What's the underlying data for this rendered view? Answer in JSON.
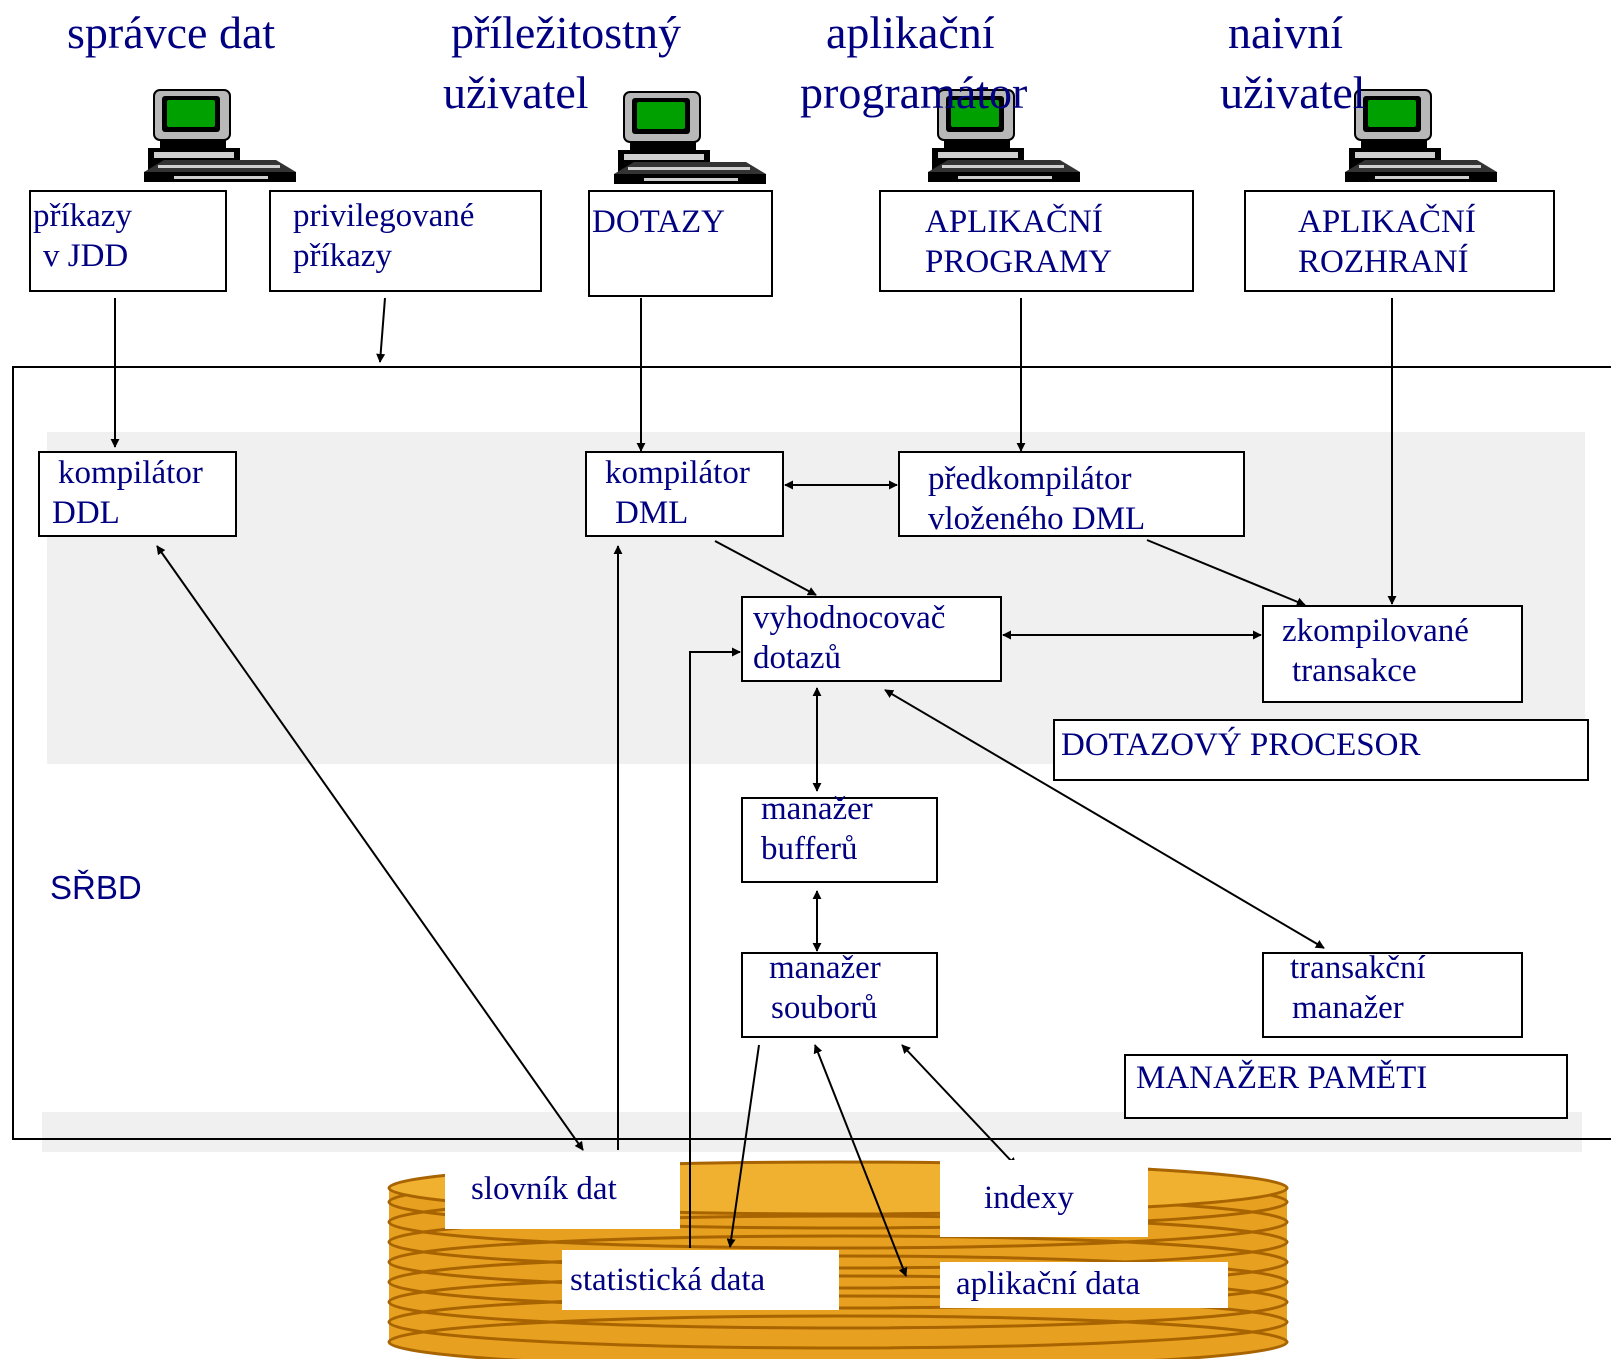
{
  "roles": {
    "data_admin": "správce dat",
    "casual_user_1": "příležitostný",
    "casual_user_2": "uživatel",
    "app_programmer_1": "aplikační",
    "app_programmer_2": "programátor",
    "naive_user_1": "naivní",
    "naive_user_2": "uživatel"
  },
  "inputs": {
    "ddl_commands_1": "příkazy",
    "ddl_commands_2": "v JDD",
    "privileged_1": "privilegované",
    "privileged_2": "příkazy",
    "queries": "DOTAZY",
    "app_programs_1": "APLIKAČNÍ",
    "app_programs_2": "PROGRAMY",
    "app_interface_1": "APLIKAČNÍ",
    "app_interface_2": "ROZHRANÍ"
  },
  "components": {
    "ddl_compiler_1": "kompilátor",
    "ddl_compiler_2": "DDL",
    "dml_compiler_1": "kompilátor",
    "dml_compiler_2": "DML",
    "precompiler_1": "předkompilátor",
    "precompiler_2": "vloženého DML",
    "query_evaluator_1": "vyhodnocovač",
    "query_evaluator_2": "dotazů",
    "compiled_tx_1": "zkompilované",
    "compiled_tx_2": "transakce",
    "buffer_manager_1": "manažer",
    "buffer_manager_2": "bufferů",
    "file_manager_1": "manažer",
    "file_manager_2": "souborů",
    "tx_manager_1": "transakční",
    "tx_manager_2": "manažer"
  },
  "regions": {
    "query_processor": "DOTAZOVÝ PROCESOR",
    "storage_manager": "MANAŽER  PAMĚTI",
    "dbms": "SŘBD"
  },
  "storage": {
    "data_dictionary": "slovník dat",
    "indexes": "indexy",
    "statistical_data": "statistická data",
    "application_data": "aplikační data"
  },
  "colors": {
    "text": "#000080",
    "disk_fill": "#e8a020",
    "disk_stroke": "#a86400",
    "screen": "#00a000",
    "shade": "#f0f0f0"
  }
}
